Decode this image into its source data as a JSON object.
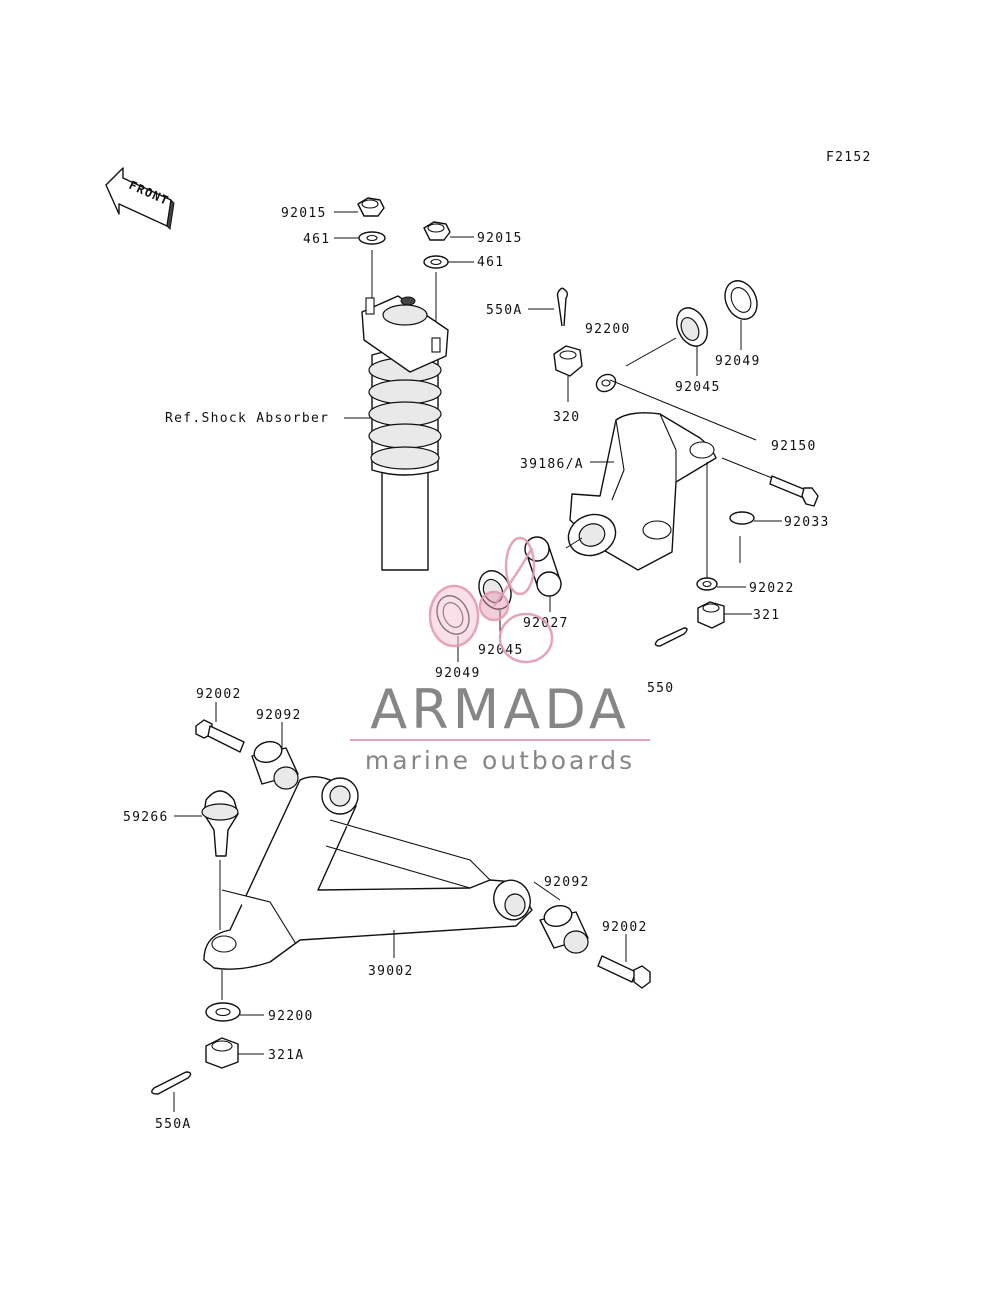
{
  "diagram_code": "F2152",
  "front_label": "FRONT",
  "colors": {
    "ink": "#111111",
    "watermark_text": "#7a7a7a",
    "watermark_accent": "#e39ab5"
  },
  "watermark": {
    "title": "ARMADA",
    "subtitle": "marine outboards"
  },
  "parts": {
    "nut_top_left": "92015",
    "washer_top_left": "461",
    "nut_top_right": "92015",
    "washer_top_right": "461",
    "shock_ref": "Ref.Shock Absorber",
    "cotter_pin_top": "550A",
    "washer_knuckle": "92200",
    "castle_nut_top": "320",
    "seal_top": "92049",
    "bearing_top": "92045",
    "knuckle": "39186/A",
    "bolt_knuckle": "92150",
    "circlip": "92033",
    "washer_lower": "92022",
    "castle_nut_lower": "321",
    "cotter_pin_lower": "550",
    "spacer": "92027",
    "bearing_lower": "92045",
    "seal_lower": "92049",
    "bolt_arm_left": "92002",
    "bushing_arm_left": "92092",
    "ball_joint": "59266",
    "bushing_arm_right": "92092",
    "bolt_arm_right": "92002",
    "lower_arm": "39002",
    "washer_arm": "92200",
    "castle_nut_arm": "321A",
    "cotter_pin_arm": "550A"
  }
}
